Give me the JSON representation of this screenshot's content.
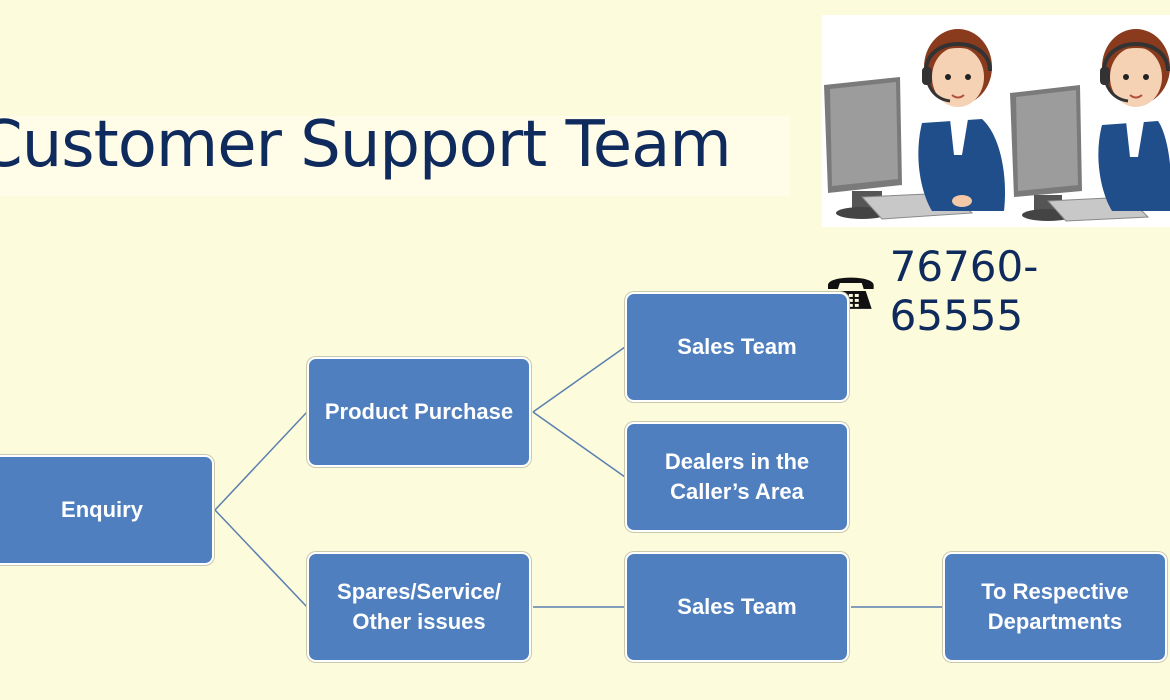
{
  "title": "Customer Support Team",
  "contact": {
    "phone_icon": "telephone-icon",
    "phone_number": "76760-65555"
  },
  "colors": {
    "node_fill": "#4F7FBF",
    "title": "#0F2A5C",
    "background": "#FCFBDB",
    "connector": "#5A7FB0"
  },
  "nodes": {
    "enquiry": "Enquiry",
    "product_purchase": "Product Purchase",
    "spares_service": "Spares/Service/\nOther issues",
    "sales_team_1": "Sales Team",
    "dealers": "Dealers in the\nCaller’s Area",
    "sales_team_2": "Sales Team",
    "departments": "To Respective\nDepartments"
  }
}
